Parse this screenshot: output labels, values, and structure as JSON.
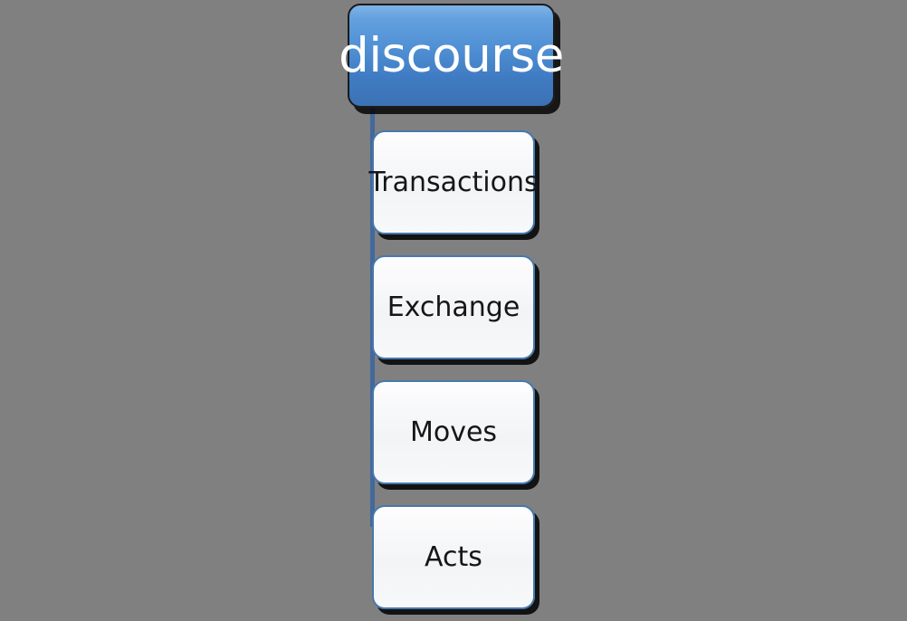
{
  "diagram": {
    "title": "discourse",
    "type": "hierarchy-tree",
    "background_color": "#808080",
    "root": {
      "label": "discourse",
      "fill_top_color": "#7FB3E6",
      "fill_bottom_color": "#3B72B4",
      "border_color": "#1B1B1B",
      "text_color": "#FFFFFF"
    },
    "connector": {
      "name": "vertical-connector-line",
      "color": "#41699E"
    },
    "children": [
      {
        "label": "Transactions",
        "fill_color": "#F6F7F8",
        "border_color": "#4778AD",
        "text_color": "#161616"
      },
      {
        "label": "Exchange",
        "fill_color": "#F6F7F8",
        "border_color": "#4778AD",
        "text_color": "#161616"
      },
      {
        "label": "Moves",
        "fill_color": "#F6F7F8",
        "border_color": "#4778AD",
        "text_color": "#161616"
      },
      {
        "label": "Acts",
        "fill_color": "#F6F7F8",
        "border_color": "#4778AD",
        "text_color": "#161616"
      }
    ]
  }
}
